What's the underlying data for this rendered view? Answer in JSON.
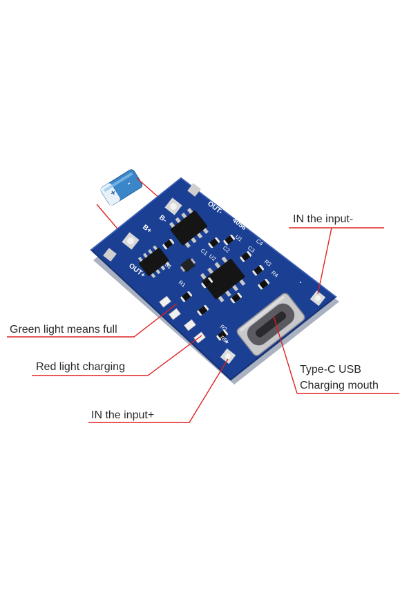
{
  "callouts": {
    "in_minus": "IN the input-",
    "green_full": "Green light means full",
    "red_charging": "Red light charging",
    "in_plus": "IN the input+",
    "typec_line1": "Type-C USB",
    "typec_line2": "Charging mouth"
  },
  "silkscreen": {
    "out_minus": "OUT-",
    "b_minus": "B-",
    "b_plus": "B+",
    "out_plus": "OUT+",
    "chip_id": "4056",
    "minus": "-",
    "plus": "+",
    "r1": "R1",
    "r2": "R2",
    "r3": "R3",
    "r4": "R4",
    "c1": "C1",
    "c2": "C2",
    "c3": "C3",
    "c4": "C4",
    "u1": "U1",
    "u2": "U2",
    "s1": "S1",
    "r6": "R6"
  },
  "battery": {
    "plus": "+",
    "minus": "-"
  },
  "colors": {
    "pcb": "#1b3f93",
    "leader": "#e02020",
    "pad": "#e6e6e6"
  }
}
